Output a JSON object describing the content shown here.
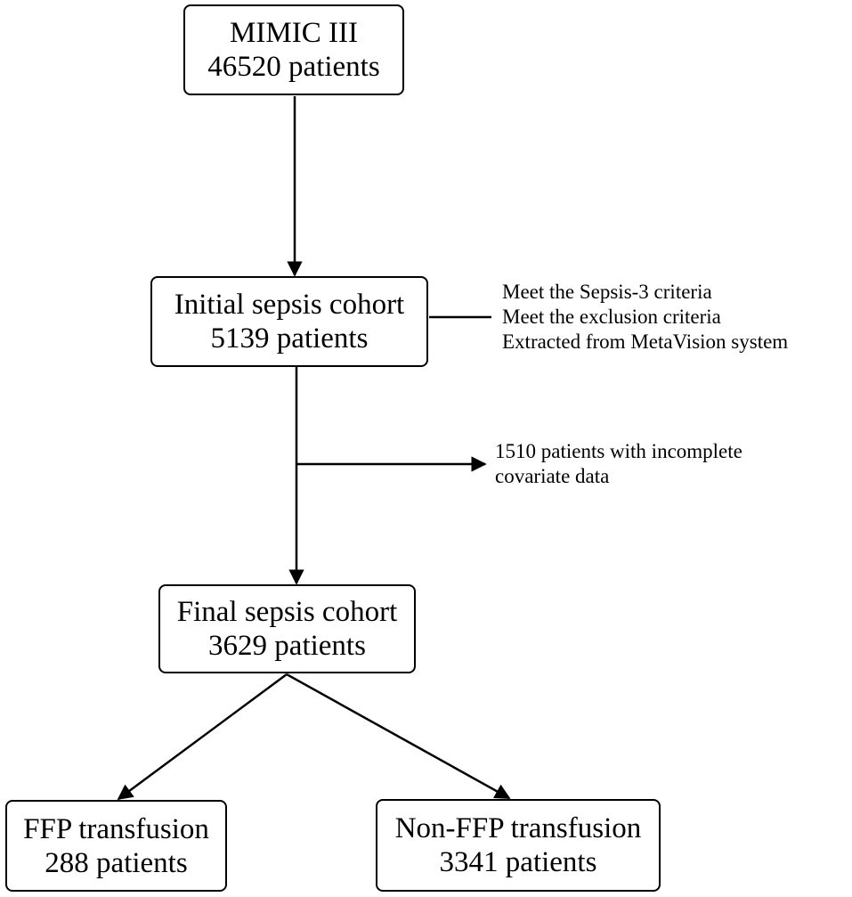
{
  "nodes": {
    "mimic": {
      "title": "MIMIC III",
      "count": "46520 patients"
    },
    "initial": {
      "title": "Initial sepsis cohort",
      "count": "5139 patients"
    },
    "final": {
      "title": "Final sepsis cohort",
      "count": "3629 patients"
    },
    "ffp": {
      "title": "FFP transfusion",
      "count": "288 patients"
    },
    "nonffp": {
      "title": "Non-FFP transfusion",
      "count": "3341 patients"
    }
  },
  "criteria_note": {
    "lines": [
      "Meet the Sepsis-3 criteria",
      "Meet the exclusion criteria",
      "Extracted from MetaVision system"
    ]
  },
  "exclusion_note": {
    "lines": [
      "1510 patients with incomplete",
      "covariate data"
    ]
  }
}
